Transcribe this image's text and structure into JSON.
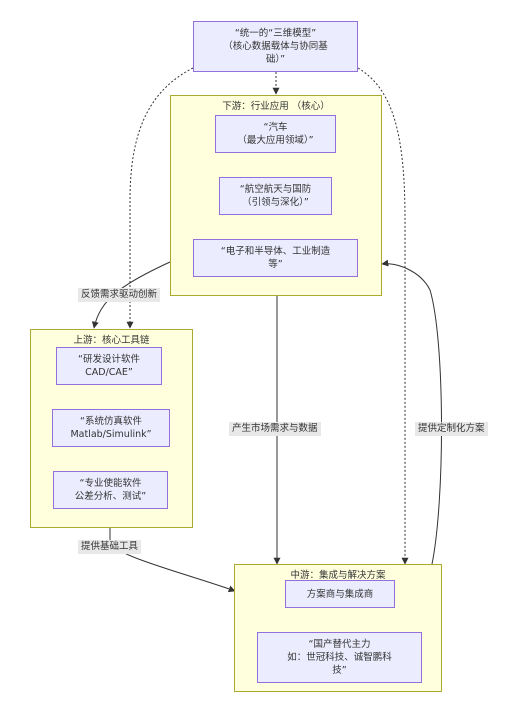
{
  "nodes": {
    "top_model": "“统一的“三维模型”\n（核心数据载体与协同基\n础）”",
    "car": "“汽车\n（最大应用领域）”",
    "aero": "“航空航天与国防\n（引领与深化）”",
    "elec": "“电子和半导体、工业制造\n等”",
    "rnd": "“研发设计软件\nCAD/CAE”",
    "sim": "“系统仿真软件\nMatlab/Simulink”",
    "tol": "“专业使能软件\n公差分析、测试”",
    "integrator": "方案商与集成商",
    "domestic": "“国产替代主力\n如：世冠科技、诚智鹏科\n技”"
  },
  "clusters": {
    "downstream": "下游：行业应用 （核心）",
    "upstream": "上游：核心工具链",
    "midstream": "中游：集成与解决方案"
  },
  "edges": {
    "feedback": "反馈需求驱动创新",
    "market": "产生市场需求与数据",
    "custom": "提供定制化方案",
    "tools": "提供基础工具"
  },
  "colors": {
    "node_fill": "#ececff",
    "node_border": "#9370db",
    "cluster_fill": "#ffffde",
    "cluster_border": "#aaaa33",
    "edge": "#333333",
    "label_bg": "#e8e8e8"
  }
}
